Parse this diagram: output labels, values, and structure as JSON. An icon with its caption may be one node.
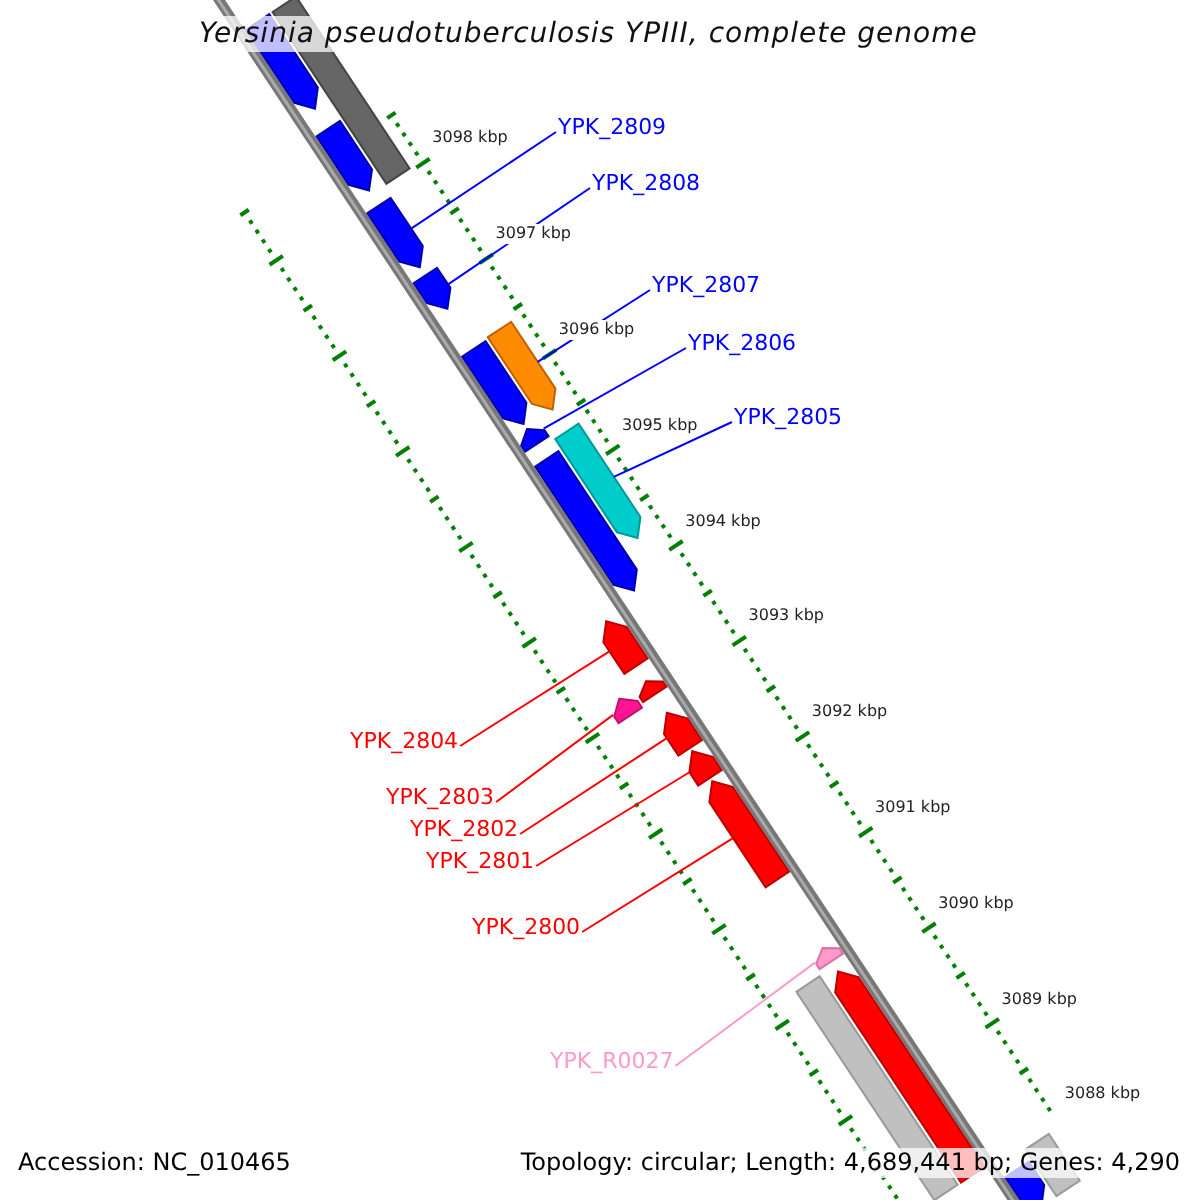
{
  "diagram": {
    "title": "Yersinia pseudotuberculosis YPIII, complete genome",
    "nodes": [
      {
        "text": [
          "YPK_2809"
        ]
      },
      {
        "text": [
          "YPK_2808"
        ]
      },
      {
        "text": [
          "YPK_2807"
        ]
      },
      {
        "text": [
          "YPK_2806"
        ]
      },
      {
        "text": [
          "YPK_2805"
        ]
      },
      {
        "text": [
          "YPK_2804"
        ]
      },
      {
        "text": [
          "YPK_2803"
        ]
      },
      {
        "text": [
          "YPK_2802"
        ]
      },
      {
        "text": [
          "YPK_2801"
        ]
      },
      {
        "text": [
          "YPK_2800"
        ]
      },
      {
        "text": [
          "YPK_R0027"
        ]
      },
      {
        "text": [],
        "shape": "arrow"
      },
      {
        "text": [],
        "shape": "bar"
      },
      {
        "text": [],
        "shape": "arrow"
      },
      {
        "text": [],
        "shape": "arrow"
      },
      {
        "text": [],
        "shape": "arrow"
      },
      {
        "text": [],
        "shape": "arrow"
      },
      {
        "text": [],
        "shape": "arrow"
      },
      {
        "text": [],
        "shape": "arrow"
      },
      {
        "text": [],
        "shape": "arrow"
      },
      {
        "text": [],
        "shape": "arrow"
      },
      {
        "text": [],
        "shape": "arrow"
      },
      {
        "text": [],
        "shape": "arrow"
      },
      {
        "text": [],
        "shape": "arrow"
      },
      {
        "text": [],
        "shape": "arrow"
      },
      {
        "text": [],
        "shape": "arrow"
      },
      {
        "text": [],
        "shape": "arrow"
      },
      {
        "text": [],
        "shape": "arrow"
      },
      {
        "text": [],
        "shape": "bar"
      },
      {
        "text": [],
        "shape": "arrow"
      },
      {
        "text": [],
        "shape": "bar"
      },
      {
        "text": [],
        "shape": "arrow"
      }
    ],
    "edges": [
      {
        "from": 0,
        "to": 14,
        "arrow": "none",
        "color": "#0000ff"
      },
      {
        "from": 1,
        "to": 15,
        "arrow": "none",
        "color": "#0000ff"
      },
      {
        "from": 2,
        "to": 16,
        "arrow": "none",
        "color": "#0000ff"
      },
      {
        "from": 3,
        "to": 18,
        "arrow": "none",
        "color": "#0000ff"
      },
      {
        "from": 4,
        "to": 19,
        "arrow": "none",
        "color": "#0000ff"
      },
      {
        "from": 5,
        "to": 21,
        "arrow": "none",
        "color": "#ff0000"
      },
      {
        "from": 6,
        "to": 22,
        "arrow": "none",
        "color": "#ff0000"
      },
      {
        "from": 7,
        "to": 24,
        "arrow": "none",
        "color": "#ff0000"
      },
      {
        "from": 8,
        "to": 25,
        "arrow": "none",
        "color": "#ff0000"
      },
      {
        "from": 9,
        "to": 26,
        "arrow": "none",
        "color": "#ff0000"
      },
      {
        "from": 10,
        "to": 27,
        "arrow": "none",
        "color": "#ff99cc"
      }
    ],
    "labels": [
      "3098 kbp",
      "3097 kbp",
      "3096 kbp",
      "3095 kbp",
      "3094 kbp",
      "3093 kbp",
      "3092 kbp",
      "3091 kbp",
      "3090 kbp",
      "3089 kbp",
      "3088 kbp",
      "Accession: NC_010465",
      "Topology: circular; Length: 4,689,441 bp; Genes: 4,290"
    ]
  }
}
